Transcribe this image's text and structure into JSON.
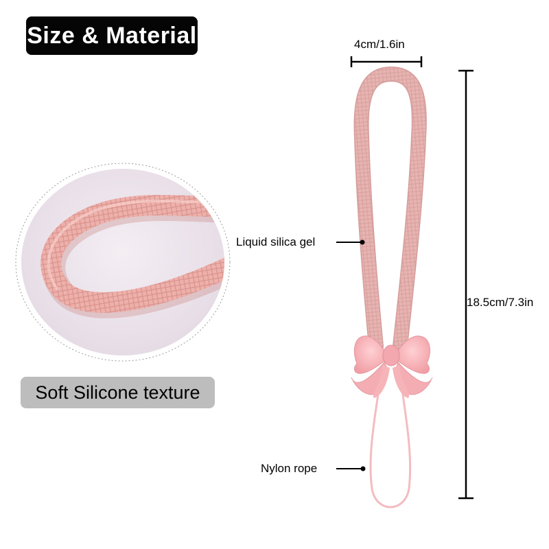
{
  "title": "Size & Material",
  "texture_label": "Soft Silicone texture",
  "dimensions": {
    "width_label": "4cm/1.6in",
    "length_label": "18.5cm/7.3in"
  },
  "callouts": {
    "silica": "Liquid silica gel",
    "rope": "Nylon rope"
  },
  "colors": {
    "strap": "#e8b4b2",
    "bow": "#f4b6ba",
    "badge": "#050505",
    "label_bg": "#bdbdbd"
  }
}
